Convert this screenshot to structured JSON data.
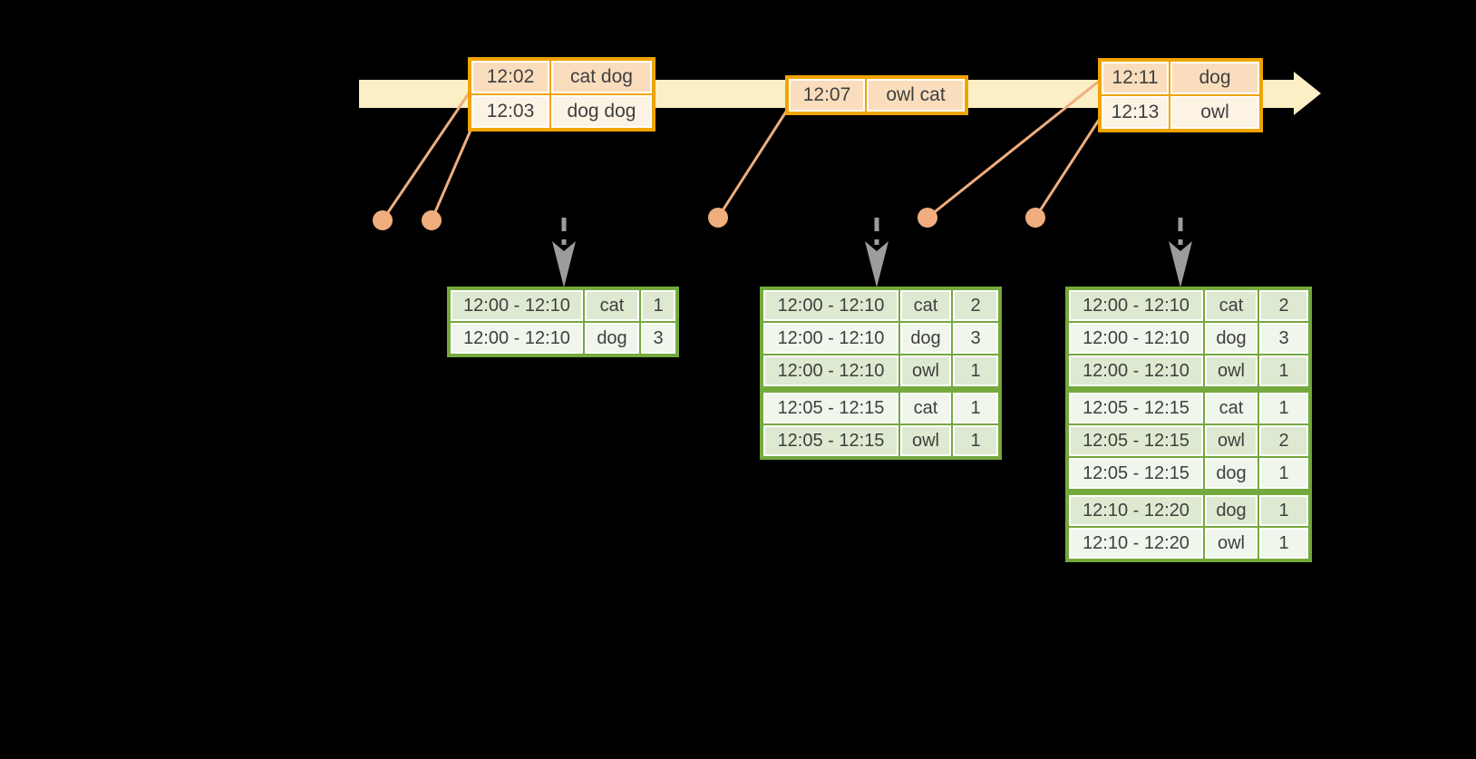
{
  "colors": {
    "background": "#000000",
    "timeline_fill": "#FCEFC5",
    "event_table_border": "#F0A402",
    "event_row_dark": "#FADDBD",
    "event_row_light": "#FDF3E4",
    "result_table_border": "#74A93E",
    "result_row_dark": "#DEE9D1",
    "result_row_light": "#F1F6EC",
    "cell_border": "#FFFFFF",
    "text": "#3F3F3F",
    "event_dot": "#F0AE7E",
    "trigger_arrow": "#9C9C9C"
  },
  "event_tables": [
    {
      "name": "events-1",
      "rows": [
        [
          "12:02",
          "cat dog"
        ],
        [
          "12:03",
          "dog dog"
        ]
      ]
    },
    {
      "name": "events-2",
      "rows": [
        [
          "12:07",
          "owl cat"
        ]
      ]
    },
    {
      "name": "events-3",
      "rows": [
        [
          "12:11",
          "dog"
        ],
        [
          "12:13",
          "owl"
        ]
      ]
    }
  ],
  "result_tables": [
    {
      "name": "counts-1",
      "rows": [
        [
          "12:00 - 12:10",
          "cat",
          "1"
        ],
        [
          "12:00 - 12:10",
          "dog",
          "3"
        ]
      ]
    },
    {
      "name": "counts-2",
      "rows": [
        [
          "12:00 - 12:10",
          "cat",
          "2"
        ],
        [
          "12:00 - 12:10",
          "dog",
          "3"
        ],
        [
          "12:00 - 12:10",
          "owl",
          "1"
        ],
        [
          "12:05 - 12:15",
          "cat",
          "1"
        ],
        [
          "12:05 - 12:15",
          "owl",
          "1"
        ]
      ]
    },
    {
      "name": "counts-3",
      "rows": [
        [
          "12:00 - 12:10",
          "cat",
          "2"
        ],
        [
          "12:00 - 12:10",
          "dog",
          "3"
        ],
        [
          "12:00 - 12:10",
          "owl",
          "1"
        ],
        [
          "12:05 - 12:15",
          "cat",
          "1"
        ],
        [
          "12:05 - 12:15",
          "owl",
          "2"
        ],
        [
          "12:05 - 12:15",
          "dog",
          "1"
        ],
        [
          "12:10 - 12:20",
          "dog",
          "1"
        ],
        [
          "12:10 - 12:20",
          "owl",
          "1"
        ]
      ]
    }
  ]
}
